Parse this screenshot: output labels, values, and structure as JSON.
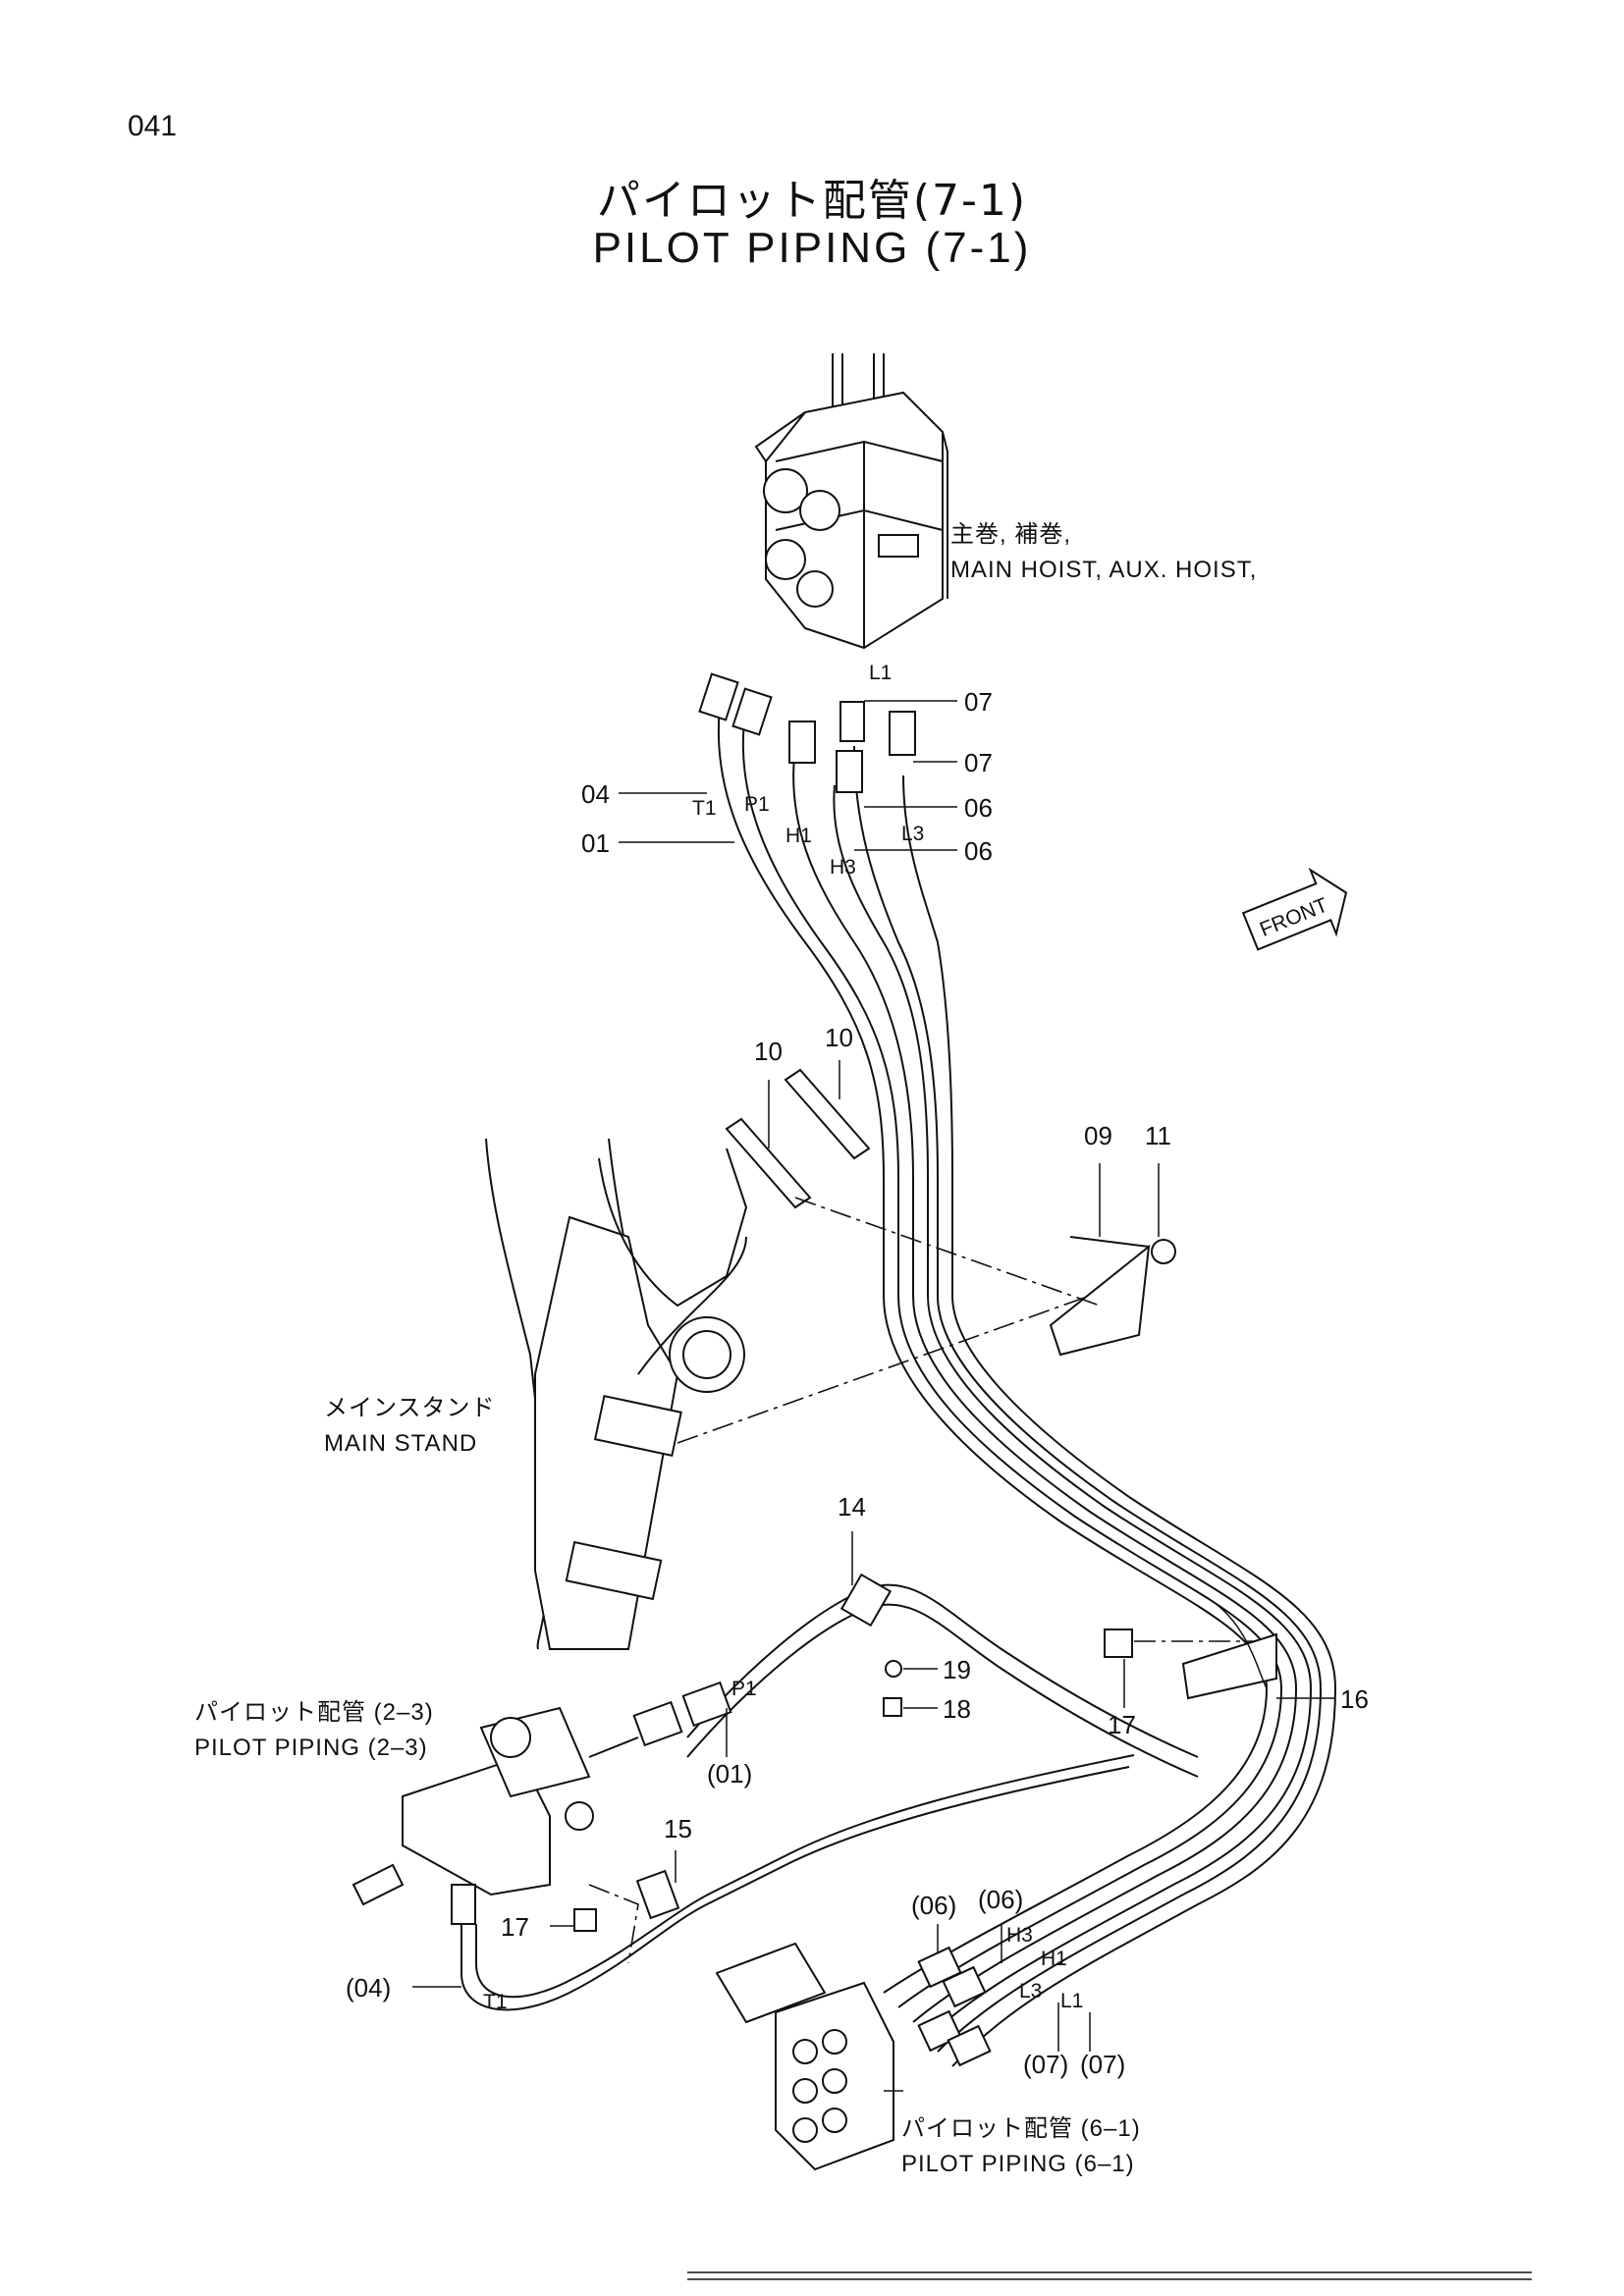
{
  "page": {
    "number": "041",
    "title_jp": "パイロット配管(7-1)",
    "title_en": "PILOT  PIPING  (7-1)"
  },
  "notes": {
    "main_hoist_jp": "主巻, 補巻,",
    "main_hoist_en": "MAIN  HOIST,  AUX.  HOIST,",
    "main_stand_jp": "メインスタンド",
    "main_stand_en": "MAIN  STAND",
    "pilot_23_jp": "パイロット配管 (2–3)",
    "pilot_23_en": "PILOT  PIPING  (2–3)",
    "pilot_61_jp": "パイロット配管 (6–1)",
    "pilot_61_en": "PILOT  PIPING  (6–1)",
    "front": "FRONT"
  },
  "ports": {
    "T1": "T1",
    "P1": "P1",
    "H1": "H1",
    "H3": "H3",
    "L1": "L1",
    "L3": "L3"
  },
  "callouts": {
    "c04": "04",
    "c01": "01",
    "c07a": "07",
    "c07b": "07",
    "c06a": "06",
    "c06b": "06",
    "c10a": "10",
    "c10b": "10",
    "c09": "09",
    "c11": "11",
    "c14": "14",
    "c19": "19",
    "c18": "18",
    "c17a": "17",
    "c16": "16",
    "c15": "15",
    "c17b": "17",
    "p01": "(01)",
    "p04": "(04)",
    "p06a": "(06)",
    "p06b": "(06)",
    "p07a": "(07)",
    "p07b": "(07)"
  }
}
